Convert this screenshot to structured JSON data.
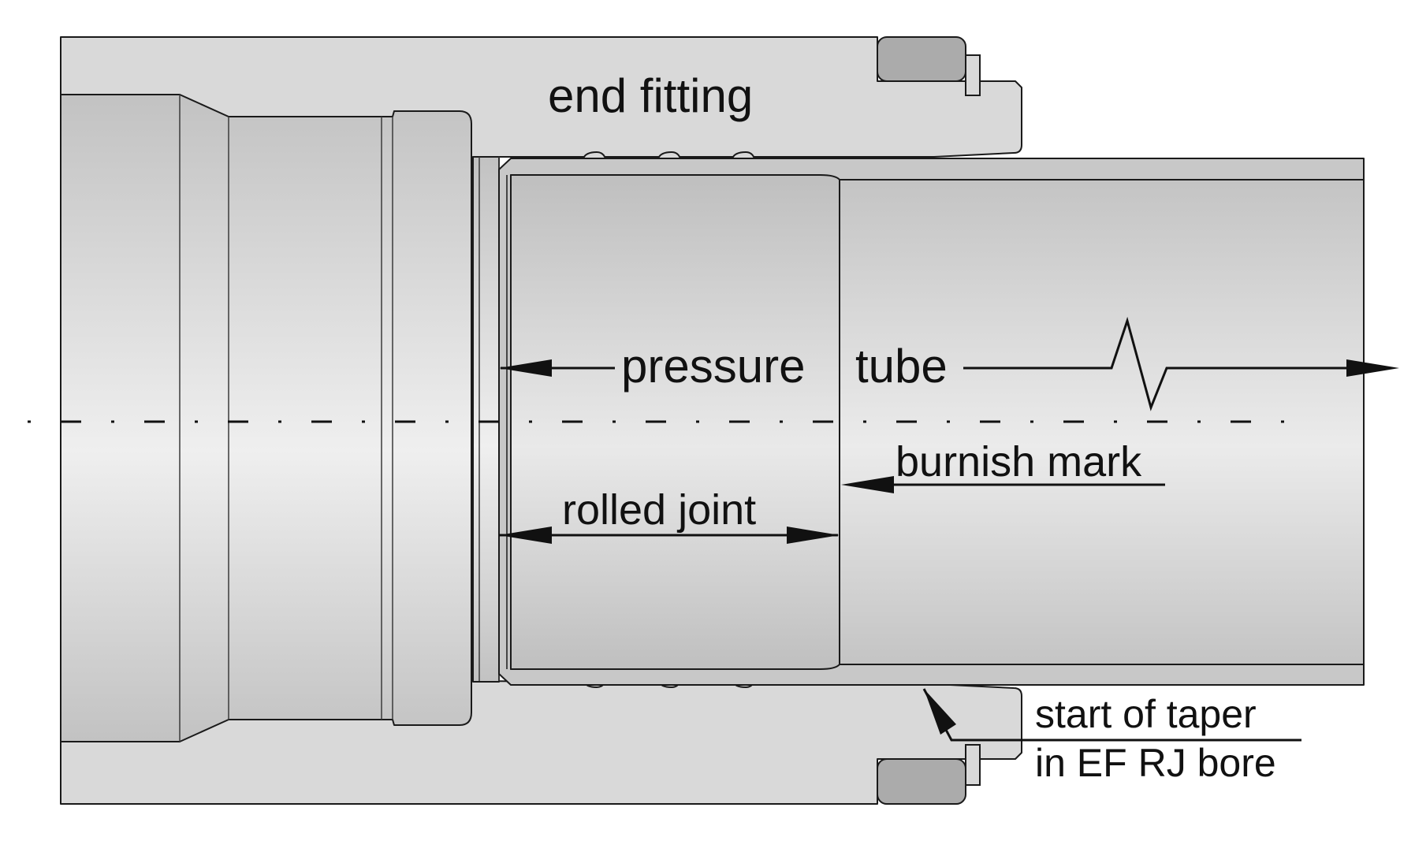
{
  "labels": {
    "end_fitting": "end fitting",
    "pressure": "pressure",
    "tube": "tube",
    "burnish_mark": "burnish mark",
    "rolled_joint": "rolled joint",
    "taper_line1": "start of taper",
    "taper_line2": "in EF RJ bore"
  },
  "colors": {
    "background": "#ffffff",
    "end_fitting_fill": "#d9d9d9",
    "seal_fill": "#ababab",
    "tube_wall": "#c8c8c8",
    "bore_edge": "#c2c2c2",
    "bore_center": "#efefef",
    "outline": "#1a1a1a"
  },
  "icons": {
    "arrowhead": "filled-triangle",
    "break_mark": "zigzag-break",
    "centerline": "dash-dot-line"
  }
}
